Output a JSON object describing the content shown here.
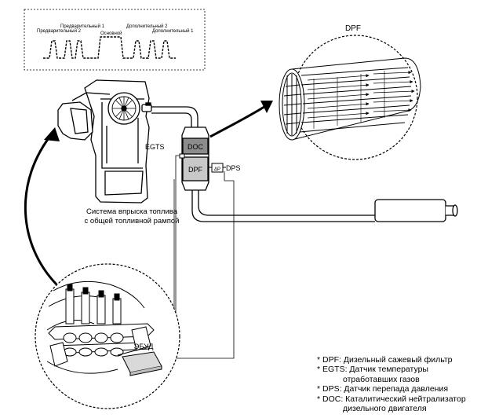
{
  "pulse_chart": {
    "labels": {
      "pre2": "Предварительный 2",
      "pre1": "Предварительный 1",
      "main": "Основной",
      "add2": "Дополнительный 2",
      "add1": "Дополнительный 1"
    }
  },
  "components": {
    "egts": "EGTS",
    "doc": "DOC",
    "dpf": "DPF",
    "dps": "DPS",
    "delta_p": "ΔP",
    "dpf_title": "DPF",
    "ecu": "ЭБУД"
  },
  "fuel_system_caption": {
    "line1": "Система впрыска топлива",
    "line2": "с общей топливной рампой"
  },
  "legend": [
    {
      "line1": "* DPF: Дизельный сажевый фильтр"
    },
    {
      "line1": "* EGTS: Датчик температуры",
      "line2": "отработавших газов"
    },
    {
      "line1": "* DPS:  Датчик перепада давления"
    },
    {
      "line1": "* DOC: Каталитический нейтрализатор",
      "line2": "дизельного двигателя"
    }
  ],
  "colors": {
    "doc_fill": "#8c8c8c",
    "dpf_fill": "#c8c8c8",
    "ecu_fill": "#d9d9d9",
    "line": "#000000"
  }
}
